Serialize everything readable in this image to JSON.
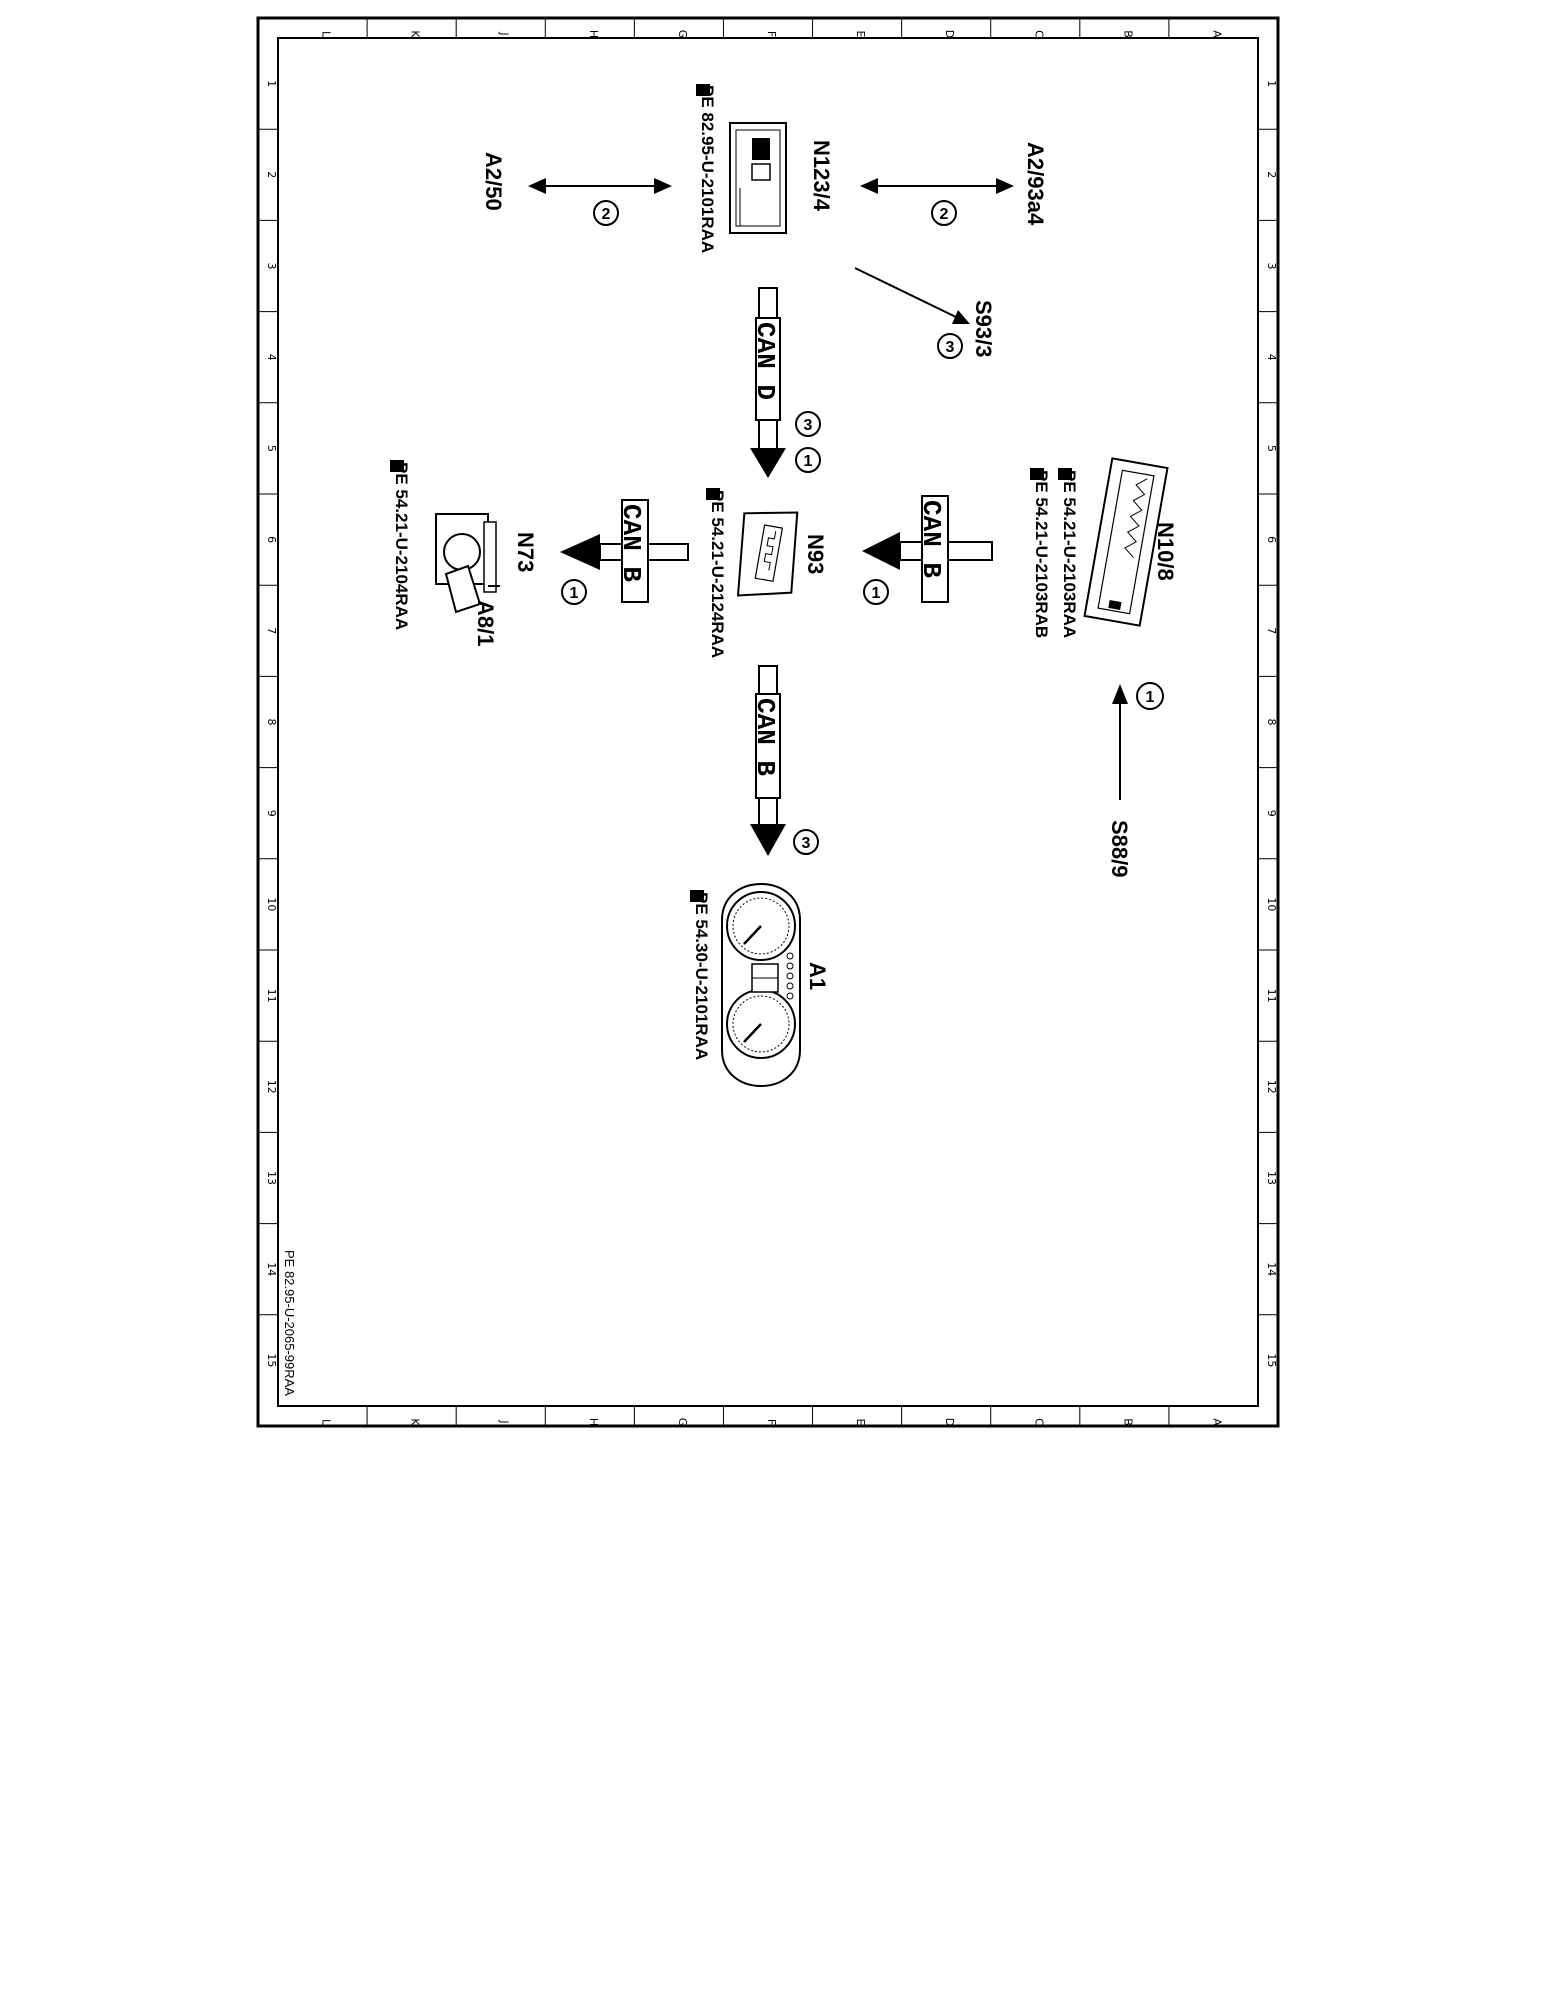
{
  "frame": {
    "row_letters": [
      "L",
      "K",
      "J",
      "H",
      "G",
      "F",
      "E",
      "D",
      "C",
      "B",
      "A"
    ],
    "col_numbers": [
      "1",
      "2",
      "3",
      "4",
      "5",
      "6",
      "7",
      "8",
      "9",
      "10",
      "11",
      "12",
      "13",
      "14",
      "15"
    ],
    "footer_code": "PE 82.95-U-2065-99RAA"
  },
  "components": {
    "n123_4": {
      "label": "N123/4",
      "ref": "PE 82.95-U-2101RAA"
    },
    "n10_8": {
      "label": "N10/8",
      "ref1": "PE 54.21-U-2103RAA",
      "ref2": "PE 54.21-U-2103RAB"
    },
    "n93": {
      "label": "N93",
      "ref": "PE 54.21-U-2124RAA"
    },
    "n73": {
      "label": "N73"
    },
    "a8_1": {
      "label": "A8/1",
      "ref": "PE 54.21-U-2104RAA"
    },
    "a1": {
      "label": "A1",
      "ref": "PE 54.30-U-2101RAA"
    }
  },
  "external": {
    "a2_50": "A2/50",
    "a2_93a4": "A2/93a4",
    "s93_3": "S93/3",
    "s88_9": "S88/9"
  },
  "buses": {
    "can_d": "CAN D",
    "can_b": "CAN B"
  },
  "markers": {
    "one": "1",
    "two": "2",
    "three": "3"
  },
  "colors": {
    "ink": "#000000",
    "paper": "#ffffff"
  }
}
